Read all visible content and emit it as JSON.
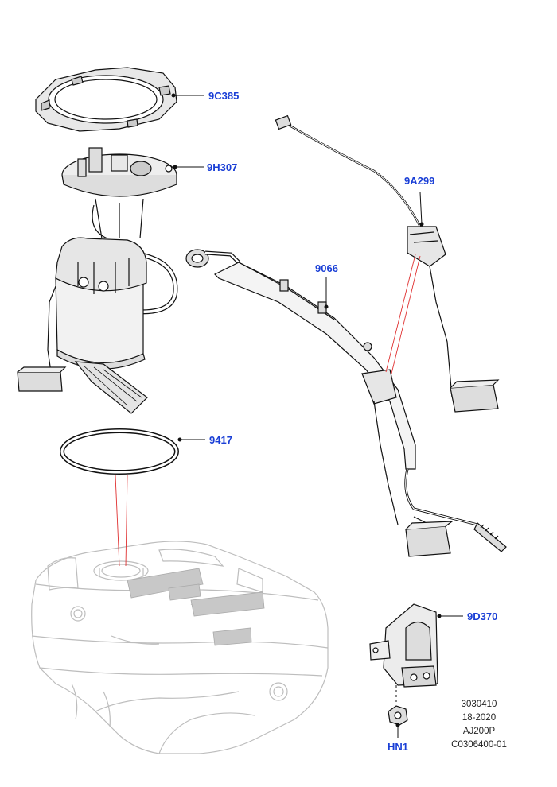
{
  "callouts": {
    "ring": "9C385",
    "pump": "9H307",
    "sender": "9A299",
    "harness": "9066",
    "seal": "9417",
    "module": "9D370",
    "nut": "HN1"
  },
  "reference": {
    "line1": "3030410",
    "line2": "18-2020",
    "line3": "AJ200P",
    "line4": "C0306400-01"
  },
  "colors": {
    "callout_text": "#1a3fd6",
    "leader_red": "#e03030",
    "line_black": "#111111",
    "ghost_grey": "#b8b8b8"
  }
}
